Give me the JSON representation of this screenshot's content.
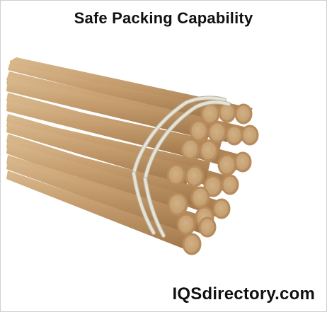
{
  "header": {
    "title": "Safe Packing Capability"
  },
  "image": {
    "subject": "bundle-of-cardboard-tubes"
  },
  "footer": {
    "brand": "IQSdirectory.com"
  },
  "colors": {
    "tube_body": "#c39a6b",
    "tube_body_dark": "#9e7548",
    "tube_highlight": "#d9b98d",
    "tube_rim": "#b88b5b",
    "tube_inner": "#d2b184",
    "tube_inner_shadow": "#9c7249",
    "strap": "#e6e3d6",
    "strap_shadow": "#b8b39f"
  }
}
